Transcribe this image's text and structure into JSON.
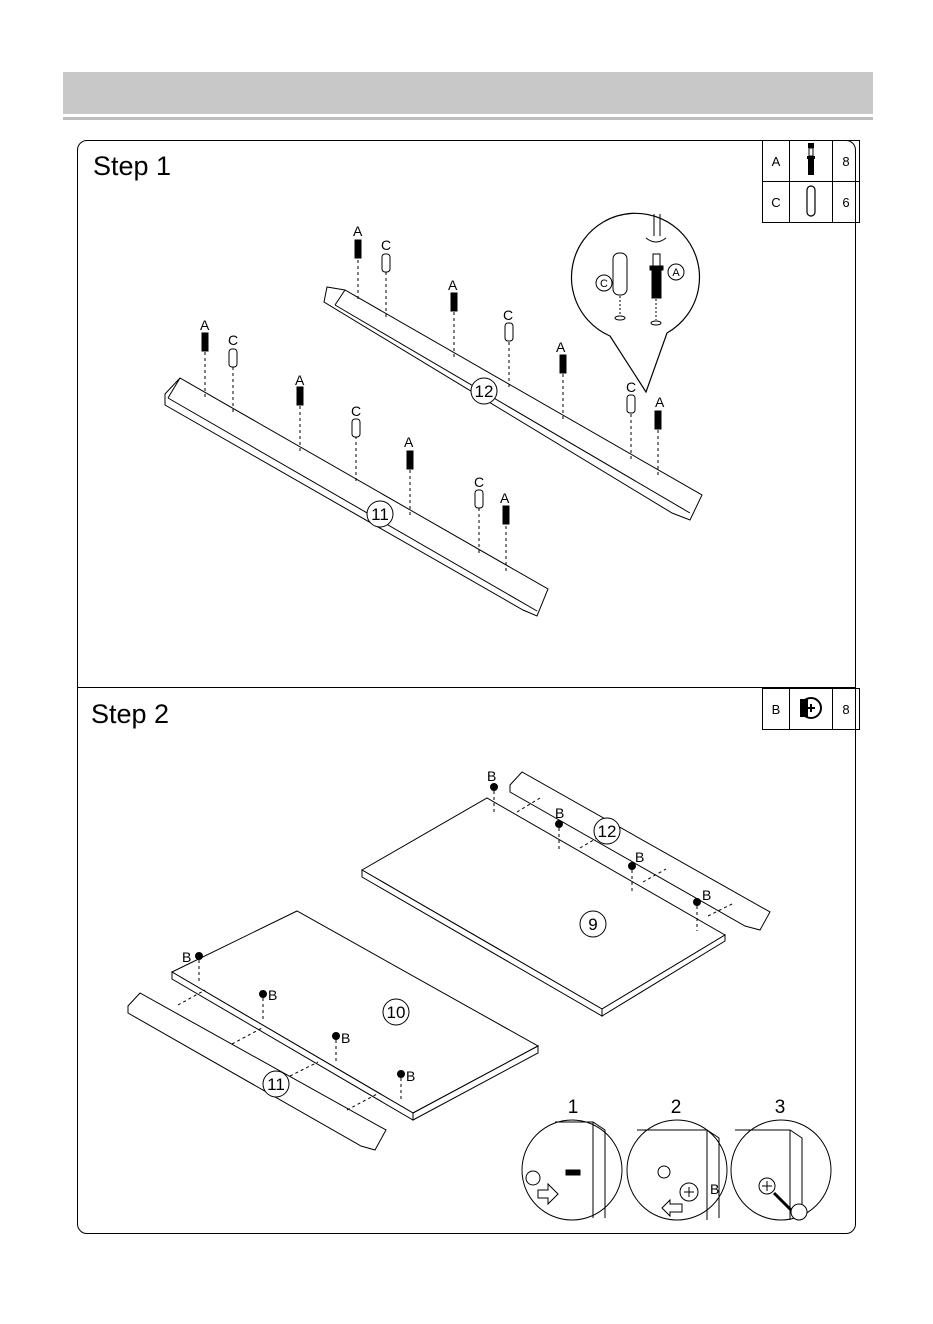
{
  "step1": {
    "title": "Step 1",
    "parts": [
      {
        "letter": "A",
        "icon": "cam-bolt-icon",
        "qty": "8"
      },
      {
        "letter": "C",
        "icon": "wooden-dowel-icon",
        "qty": "6"
      }
    ],
    "labels": {
      "a": "A",
      "c": "C",
      "part11": "11",
      "part12": "12"
    }
  },
  "step2": {
    "title": "Step 2",
    "parts": [
      {
        "letter": "B",
        "icon": "cam-lock-icon",
        "qty": "8"
      }
    ],
    "labels": {
      "b": "B",
      "part9": "9",
      "part10": "10",
      "part11": "11",
      "part12": "12"
    },
    "detail_steps": [
      "1",
      "2",
      "3"
    ]
  }
}
